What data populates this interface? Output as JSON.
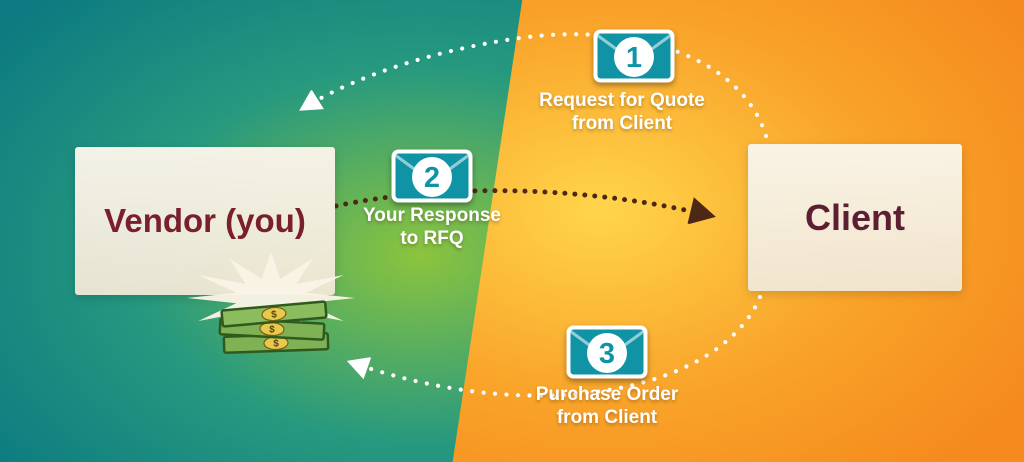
{
  "vendor": {
    "label": "Vendor (you)"
  },
  "client": {
    "label": "Client"
  },
  "steps": [
    {
      "number": "1",
      "label_line1": "Request for Quote",
      "label_line2": "from Client",
      "arrow": "client-to-vendor",
      "arrow_color": "#ffffff"
    },
    {
      "number": "2",
      "label_line1": "Your Response",
      "label_line2": "to RFQ",
      "arrow": "vendor-to-client",
      "arrow_color": "#4d2817"
    },
    {
      "number": "3",
      "label_line1": "Purchase Order",
      "label_line2": "from Client",
      "arrow": "client-to-vendor",
      "arrow_color": "#ffffff"
    }
  ],
  "money": {
    "symbol": "$"
  },
  "colors": {
    "teal_dark": "#0c7a80",
    "teal_mid": "#27997f",
    "green_bright": "#8cc43e",
    "yellow_bright": "#ffd54b",
    "orange_mid": "#f9a42a",
    "orange_deep": "#f58b1e",
    "vendor_text": "#7a1f2d",
    "client_text": "#5c1e33",
    "envelope_teal": "#1193a6",
    "arc_white": "#ffffff",
    "arc_dark": "#4d2817"
  }
}
